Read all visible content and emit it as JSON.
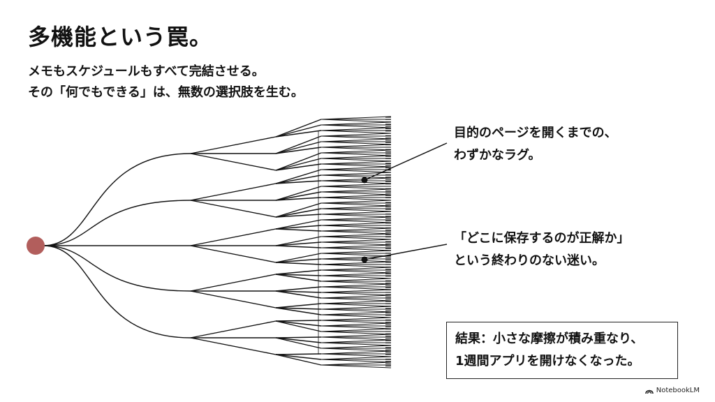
{
  "title": "多機能という罠。",
  "subtitle": {
    "line1": "メモもスケジュールもすべて完結させる。",
    "line2": "その「何でもできる」は、無数の選択肢を生む。"
  },
  "callouts": [
    {
      "line1": "目的のページを開くまでの、",
      "line2": "わずかなラグ。"
    },
    {
      "line1": "「どこに保存するのが正解か」",
      "line2": "という終わりのない迷い。"
    }
  ],
  "result": {
    "line1": "結果：小さな摩擦が積み重なり、",
    "line2": "1週間アプリを開けなくなった。"
  },
  "brand": {
    "name": "NotebookLM",
    "icon": "notebooklm-logo-icon"
  },
  "colors": {
    "root_node": "#b25e5c",
    "lines": "#111111",
    "background": "#ffffff"
  }
}
